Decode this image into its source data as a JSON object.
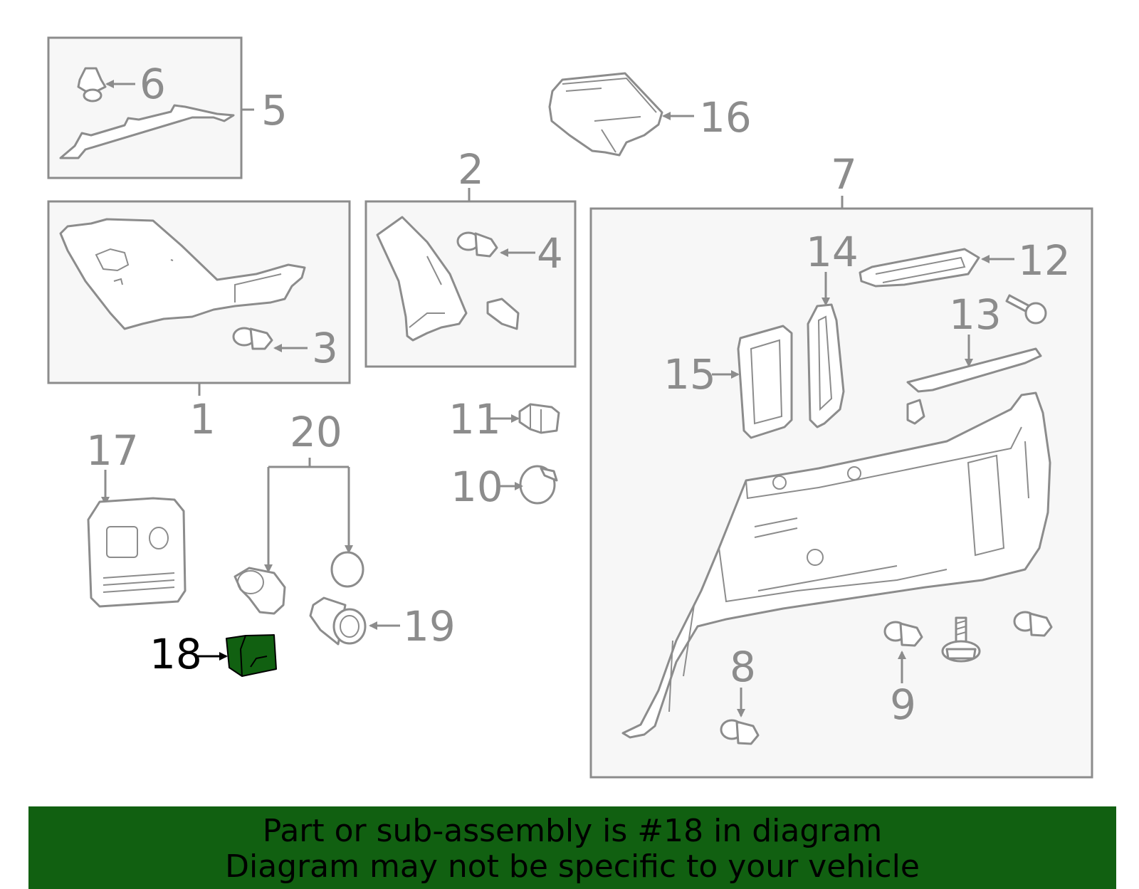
{
  "callouts": {
    "c1": "1",
    "c2": "2",
    "c3": "3",
    "c4": "4",
    "c5": "5",
    "c6": "6",
    "c7": "7",
    "c8": "8",
    "c9": "9",
    "c10": "10",
    "c11": "11",
    "c12": "12",
    "c13": "13",
    "c14": "14",
    "c15": "15",
    "c16": "16",
    "c17": "17",
    "c18": "18",
    "c19": "19",
    "c20": "20"
  },
  "highlight": {
    "part": "18",
    "color": "#116011"
  },
  "banner": {
    "line1": "Part or sub-assembly is #18 in diagram",
    "line2": "Diagram may not be specific to your vehicle",
    "background": "#116011"
  }
}
